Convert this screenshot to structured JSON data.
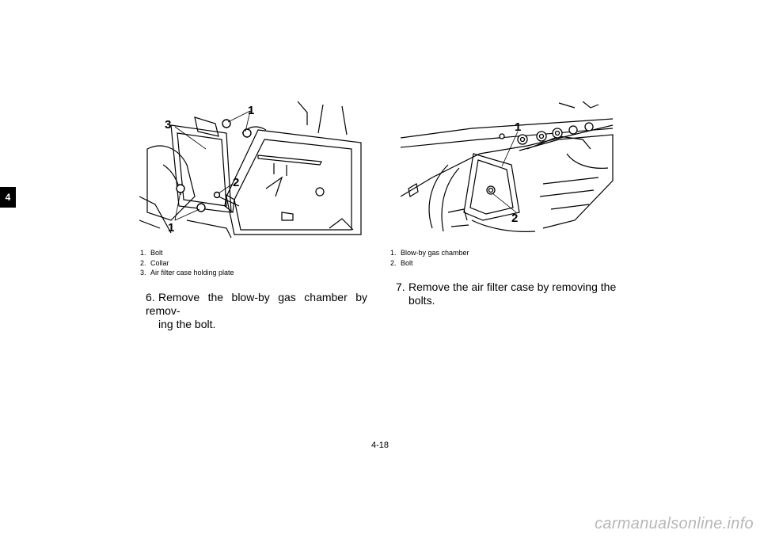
{
  "chapter_tab": "4",
  "left_figure": {
    "callouts": [
      "1",
      "3",
      "2",
      "1"
    ],
    "legend": [
      {
        "num": "1.",
        "text": "Bolt"
      },
      {
        "num": "2.",
        "text": "Collar"
      },
      {
        "num": "3.",
        "text": "Air filter case holding plate"
      }
    ]
  },
  "right_figure": {
    "callouts": [
      "1",
      "2"
    ],
    "legend": [
      {
        "num": "1.",
        "text": "Blow-by gas chamber"
      },
      {
        "num": "2.",
        "text": "Bolt"
      }
    ]
  },
  "steps": [
    {
      "num": "6.",
      "line1": "Remove the blow-by gas chamber by remov-",
      "line2": "ing the bolt."
    },
    {
      "num": "7.",
      "line1": "Remove the air filter case by removing the",
      "line2": "bolts."
    }
  ],
  "page_number": "4-18",
  "watermark": "carmanualsonline.info"
}
